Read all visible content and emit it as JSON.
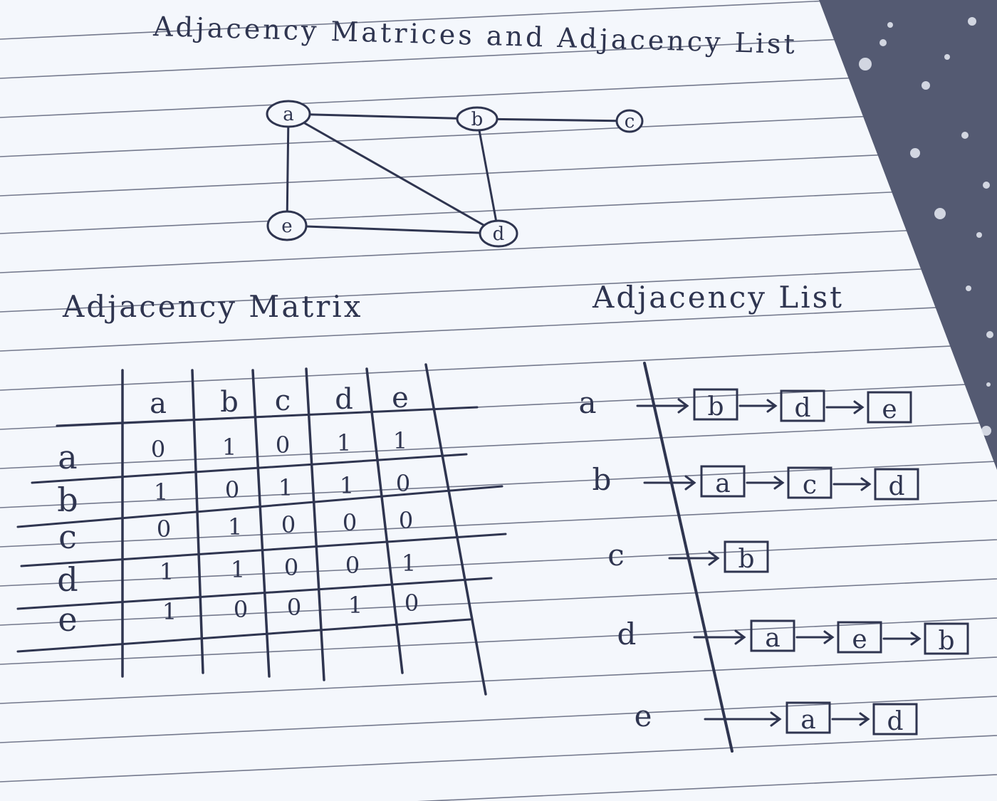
{
  "page": {
    "title": "Adjacency Matrices and Adjacency List",
    "paper_color": "#f4f7fc",
    "ink_color": "#2f3550",
    "rule_color": "#4a5068",
    "binding_color": "#545a72"
  },
  "graph": {
    "nodes": [
      "a",
      "b",
      "c",
      "d",
      "e"
    ],
    "edges": [
      [
        "a",
        "b"
      ],
      [
        "b",
        "c"
      ],
      [
        "a",
        "d"
      ],
      [
        "a",
        "e"
      ],
      [
        "b",
        "d"
      ],
      [
        "e",
        "d"
      ]
    ]
  },
  "matrix": {
    "heading": "Adjacency Matrix",
    "col_headers": [
      "a",
      "b",
      "c",
      "d",
      "e"
    ],
    "row_headers": [
      "a",
      "b",
      "c",
      "d",
      "e"
    ],
    "cells": [
      [
        "0",
        "1",
        "0",
        "1",
        "1"
      ],
      [
        "1",
        "0",
        "1",
        "1",
        "0"
      ],
      [
        "0",
        "1",
        "0",
        "0",
        "0"
      ],
      [
        "1",
        "1",
        "0",
        "0",
        "1"
      ],
      [
        "1",
        "0",
        "0",
        "1",
        "0"
      ]
    ]
  },
  "list": {
    "heading": "Adjacency List",
    "rows": [
      {
        "node": "a",
        "neighbors": [
          "b",
          "d",
          "e"
        ]
      },
      {
        "node": "b",
        "neighbors": [
          "a",
          "c",
          "d"
        ]
      },
      {
        "node": "c",
        "neighbors": [
          "b"
        ]
      },
      {
        "node": "d",
        "neighbors": [
          "a",
          "e",
          "b"
        ]
      },
      {
        "node": "e",
        "neighbors": [
          "a",
          "d"
        ]
      }
    ]
  }
}
